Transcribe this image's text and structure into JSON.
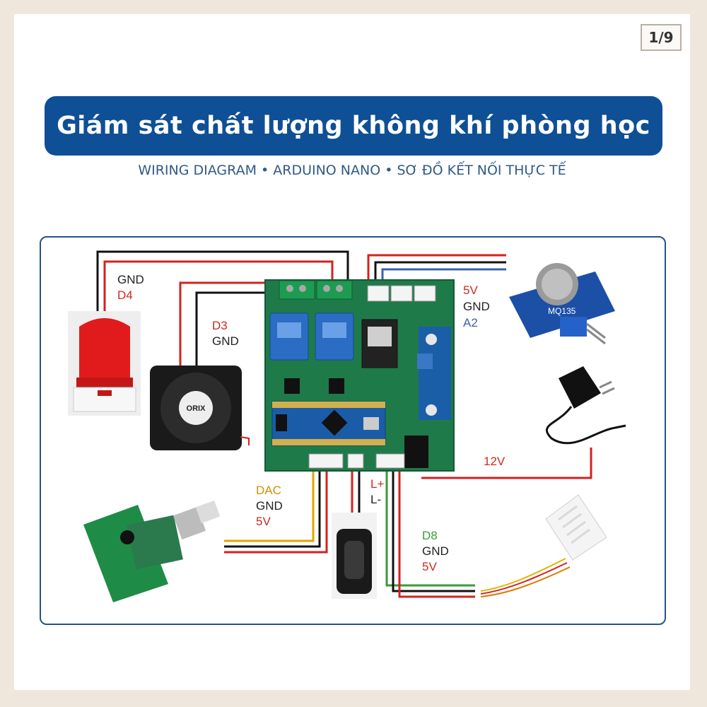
{
  "header": {
    "page_indicator": "1/9",
    "title": "Giám sát chất lượng không khí phòng học",
    "subtitle": "WIRING DIAGRAM • ARDUINO NANO • SƠ ĐỒ KẾT NỐI THỰC TẾ"
  },
  "diagram": {
    "alarm_labels": {
      "gnd": "GND",
      "d4": "D4"
    },
    "fan_labels": {
      "d3": "D3",
      "gnd": "GND"
    },
    "gas_sensor_labels": {
      "v5": "5V",
      "gnd": "GND",
      "a2": "A2"
    },
    "gas_sensor_marking": "MQ135",
    "fan_marking": "ORIX",
    "power_label": "12V",
    "amp_labels": {
      "dac": "DAC",
      "gnd": "GND",
      "v5": "5V"
    },
    "speaker_labels": {
      "lplus": "L+",
      "lminus": "L-"
    },
    "dht_labels": {
      "d8": "D8",
      "gnd": "GND",
      "v5": "5V"
    },
    "colors": {
      "title_bg": "#0f4f96",
      "label_red": "#cc2a1e",
      "label_blue": "#3a62a6",
      "label_green": "#3a9a3a",
      "label_orange": "#d58e00",
      "board_green": "#1f7a4a"
    }
  }
}
